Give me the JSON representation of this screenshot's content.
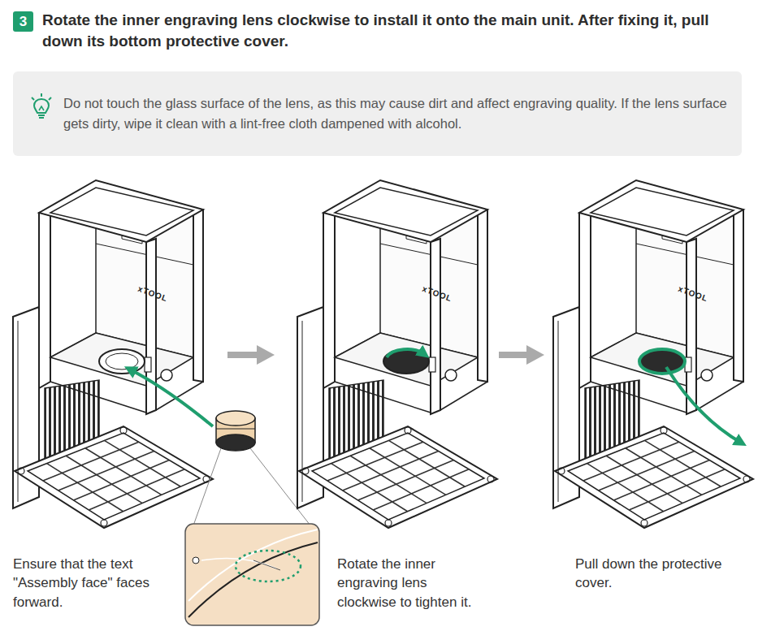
{
  "diagram": {
    "title": "Rotate the inner engraving lens clockwise to install it onto the main unit. After fixing it, pull down its bottom protective cover.",
    "nodes": [
      {
        "text": [
          "3"
        ]
      },
      {
        "text": [
          "Do not touch the glass surface of the lens, as this may cause dirt and affect engraving quality. If the lens surface gets dirty, wipe it clean with a lint-free cloth dampened with alcohol."
        ]
      }
    ],
    "labels": [
      "xTOOL",
      "xTOOL",
      "xTOOL",
      "Ensure that the text \"Assembly face\" faces forward.",
      "Rotate the inner engraving lens clockwise to tighten it.",
      "Pull down the protective cover."
    ]
  }
}
